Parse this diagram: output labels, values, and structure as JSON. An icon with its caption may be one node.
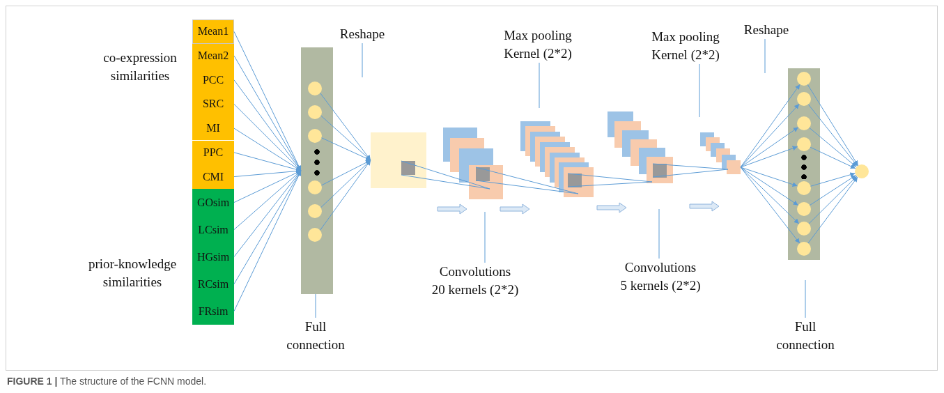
{
  "diagram": {
    "caption": "**FIGURE 1 |** The structure of the FCNN model.",
    "nodes": [
      {
        "text": [
          "Mean1"
        ]
      },
      {
        "text": [
          "Mean2"
        ]
      },
      {
        "text": [
          "PCC"
        ]
      },
      {
        "text": [
          "SRC"
        ]
      },
      {
        "text": [
          "MI"
        ]
      },
      {
        "text": [
          "PPC"
        ]
      },
      {
        "text": [
          "CMI"
        ]
      },
      {
        "text": [
          "GOsim"
        ]
      },
      {
        "text": [
          "LCsim"
        ]
      },
      {
        "text": [
          "HGsim"
        ]
      },
      {
        "text": [
          "RCsim"
        ]
      },
      {
        "text": [
          "FRsim"
        ]
      },
      {
        "text": [],
        "shape": "bar"
      },
      {
        "text": [],
        "shape": "circle",
        "in": 12
      },
      {
        "text": [],
        "shape": "circle",
        "in": 12
      },
      {
        "text": [],
        "shape": "circle",
        "in": 12
      },
      {
        "text": [],
        "shape": "circle",
        "in": 12
      },
      {
        "text": [],
        "shape": "circle",
        "in": 12
      },
      {
        "text": [],
        "shape": "circle",
        "in": 12
      },
      {
        "text": [],
        "shape": "box"
      },
      {
        "text": [],
        "shape": "box"
      },
      {
        "text": [],
        "shape": "bar"
      },
      {
        "text": [],
        "shape": "circle",
        "in": 21
      },
      {
        "text": [],
        "shape": "circle",
        "in": 21
      },
      {
        "text": [],
        "shape": "circle",
        "in": 21
      },
      {
        "text": [],
        "shape": "circle",
        "in": 21
      },
      {
        "text": [],
        "shape": "circle",
        "in": 21
      },
      {
        "text": [],
        "shape": "circle",
        "in": 21
      },
      {
        "text": [],
        "shape": "circle",
        "in": 21
      },
      {
        "text": [],
        "shape": "circle",
        "in": 21
      },
      {
        "text": [],
        "shape": "circle"
      },
      {
        "text": [
          "Reshape"
        ]
      },
      {
        "text": [
          "Full connection"
        ]
      },
      {
        "text": [
          "Max pooling Kernel (2*2)"
        ]
      },
      {
        "text": [
          "Convolutions 20 kernels (2*2)"
        ]
      },
      {
        "text": [
          "Max pooling Kernel (2*2)"
        ]
      },
      {
        "text": [
          "Convolutions 5 kernels (2*2)"
        ]
      },
      {
        "text": [
          "Reshape"
        ]
      },
      {
        "text": [
          "Full connection"
        ]
      }
    ],
    "edges": [
      {
        "from": 0,
        "to": 12,
        "arrow": "to"
      },
      {
        "from": 1,
        "to": 12,
        "arrow": "to"
      },
      {
        "from": 2,
        "to": 12,
        "arrow": "to"
      },
      {
        "from": 3,
        "to": 12,
        "arrow": "to"
      },
      {
        "from": 4,
        "to": 12,
        "arrow": "to"
      },
      {
        "from": 5,
        "to": 12,
        "arrow": "to"
      },
      {
        "from": 6,
        "to": 12,
        "arrow": "to"
      },
      {
        "from": 7,
        "to": 12,
        "arrow": "to"
      },
      {
        "from": 8,
        "to": 12,
        "arrow": "to"
      },
      {
        "from": 9,
        "to": 12,
        "arrow": "to"
      },
      {
        "from": 10,
        "to": 12,
        "arrow": "to"
      },
      {
        "from": 11,
        "to": 12,
        "arrow": "to"
      },
      {
        "from": 13,
        "to": 19,
        "arrow": "to"
      },
      {
        "from": 14,
        "to": 19,
        "arrow": "to"
      },
      {
        "from": 15,
        "to": 19,
        "arrow": "to"
      },
      {
        "from": 16,
        "to": 19,
        "arrow": "to"
      },
      {
        "from": 17,
        "to": 19,
        "arrow": "to"
      },
      {
        "from": 18,
        "to": 19,
        "arrow": "to"
      },
      {
        "from": 20,
        "to": 22,
        "arrow": "to"
      },
      {
        "from": 20,
        "to": 23,
        "arrow": "to"
      },
      {
        "from": 20,
        "to": 24,
        "arrow": "to"
      },
      {
        "from": 20,
        "to": 25,
        "arrow": "to"
      },
      {
        "from": 20,
        "to": 26,
        "arrow": "to"
      },
      {
        "from": 20,
        "to": 27,
        "arrow": "to"
      },
      {
        "from": 20,
        "to": 28,
        "arrow": "to"
      },
      {
        "from": 20,
        "to": 29,
        "arrow": "to"
      },
      {
        "from": 22,
        "to": 30,
        "arrow": "to"
      },
      {
        "from": 23,
        "to": 30,
        "arrow": "to"
      },
      {
        "from": 24,
        "to": 30,
        "arrow": "to"
      },
      {
        "from": 25,
        "to": 30,
        "arrow": "to"
      },
      {
        "from": 26,
        "to": 30,
        "arrow": "to"
      },
      {
        "from": 27,
        "to": 30,
        "arrow": "to"
      },
      {
        "from": 28,
        "to": 30,
        "arrow": "to"
      },
      {
        "from": 29,
        "to": 30,
        "arrow": "to"
      },
      {
        "from": 31,
        "to": null,
        "arrow": "none"
      },
      {
        "from": 32,
        "to": 12,
        "arrow": "none"
      },
      {
        "from": 33,
        "to": null,
        "arrow": "none"
      },
      {
        "from": 34,
        "to": null,
        "arrow": "none"
      },
      {
        "from": 35,
        "to": null,
        "arrow": "none"
      },
      {
        "from": 36,
        "to": null,
        "arrow": "none"
      },
      {
        "from": 37,
        "to": null,
        "arrow": "none"
      },
      {
        "from": 38,
        "to": null,
        "arrow": "none"
      }
    ],
    "labels": [
      "co-expression similarities",
      "prior-knowledge similarities"
    ]
  }
}
